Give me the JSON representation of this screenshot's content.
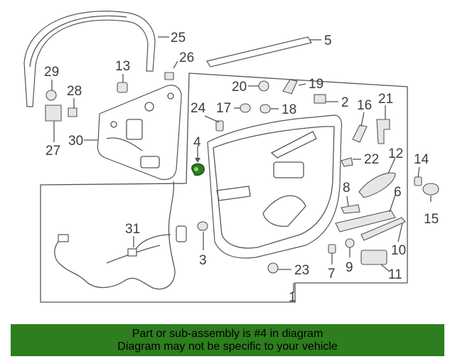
{
  "callouts": [
    "1",
    "2",
    "3",
    "4",
    "5",
    "6",
    "7",
    "8",
    "9",
    "10",
    "11",
    "12",
    "13",
    "14",
    "15",
    "16",
    "17",
    "18",
    "19",
    "20",
    "21",
    "22",
    "23",
    "24",
    "25",
    "26",
    "27",
    "28",
    "29",
    "30",
    "31"
  ],
  "highlighted_part": "4",
  "colors": {
    "highlight": "#2e7d1e",
    "banner": "#2e7d1e",
    "lines": "#555555"
  },
  "banner": {
    "line1": "Part or sub-assembly is #4 in diagram",
    "line2": "Diagram may not be specific to your vehicle"
  }
}
